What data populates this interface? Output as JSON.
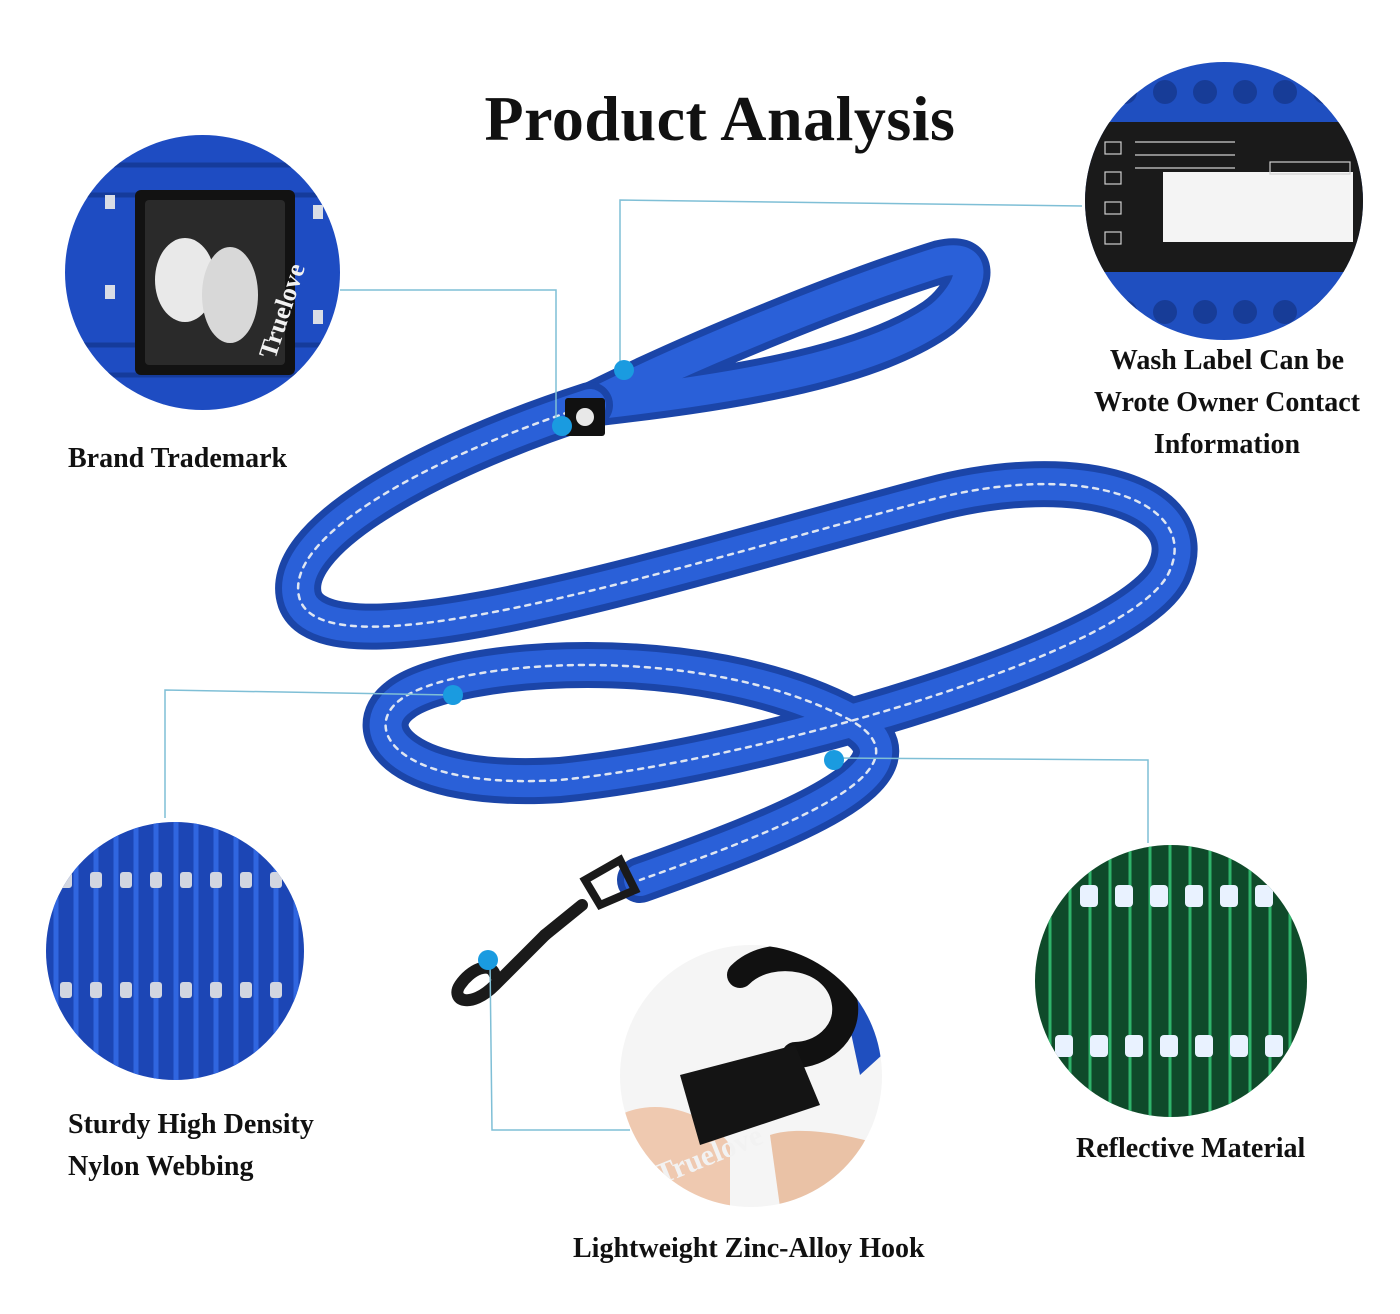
{
  "title": "Product Analysis",
  "captions": {
    "brand": "Brand Trademark",
    "wash": "Wash Label Can be\nWrote Owner Contact\nInformation",
    "webbing": "Sturdy High Density\nNylon Webbing",
    "reflective": "Reflective Material",
    "hook": "Lightweight Zinc-Alloy Hook"
  },
  "label_texts": {
    "brand_logo": "Truelove",
    "hook_logo": "Truelove"
  },
  "colors": {
    "leash_blue": "#1f4fbf",
    "leash_dark": "#163a91",
    "callout_dot": "#1a9be0",
    "callout_line": "#7fbfd6",
    "reflective_green": "#1f8a4a"
  }
}
